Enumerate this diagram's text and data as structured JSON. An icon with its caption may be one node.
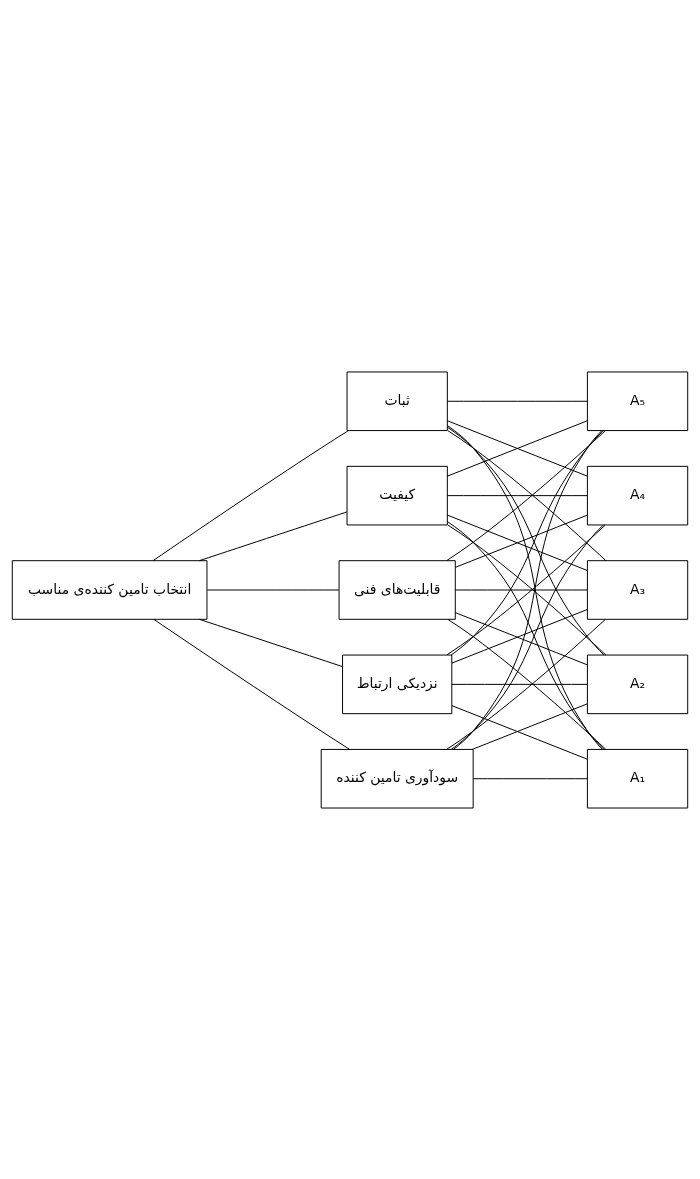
{
  "diagram": {
    "nodes": [
      {
        "text": [
          "انتخاب تامین کننده‌ی مناسب"
        ]
      },
      {
        "text": [
          "ثبات"
        ]
      },
      {
        "text": [
          "کیفیت"
        ]
      },
      {
        "text": [
          "قابلیت‌های فنی"
        ]
      },
      {
        "text": [
          "نزدیکی ارتباط"
        ]
      },
      {
        "text": [
          "سودآوری تامین کننده"
        ]
      },
      {
        "text": [
          "A₅"
        ]
      },
      {
        "text": [
          "A₄"
        ]
      },
      {
        "text": [
          "A₃"
        ]
      },
      {
        "text": [
          "A₂"
        ]
      },
      {
        "text": [
          "A₁"
        ]
      }
    ],
    "edges": [
      {
        "from": 0,
        "to": 1,
        "arrow": "none"
      },
      {
        "from": 0,
        "to": 2,
        "arrow": "none"
      },
      {
        "from": 0,
        "to": 3,
        "arrow": "none"
      },
      {
        "from": 0,
        "to": 4,
        "arrow": "none"
      },
      {
        "from": 0,
        "to": 5,
        "arrow": "none"
      },
      {
        "from": 1,
        "to": 6,
        "arrow": "none"
      },
      {
        "from": 1,
        "to": 7,
        "arrow": "none"
      },
      {
        "from": 1,
        "to": 8,
        "arrow": "none"
      },
      {
        "from": 1,
        "to": 9,
        "arrow": "none"
      },
      {
        "from": 1,
        "to": 10,
        "arrow": "none"
      },
      {
        "from": 2,
        "to": 6,
        "arrow": "none"
      },
      {
        "from": 2,
        "to": 7,
        "arrow": "none"
      },
      {
        "from": 2,
        "to": 8,
        "arrow": "none"
      },
      {
        "from": 2,
        "to": 9,
        "arrow": "none"
      },
      {
        "from": 2,
        "to": 10,
        "arrow": "none"
      },
      {
        "from": 3,
        "to": 6,
        "arrow": "none"
      },
      {
        "from": 3,
        "to": 7,
        "arrow": "none"
      },
      {
        "from": 3,
        "to": 8,
        "arrow": "none"
      },
      {
        "from": 3,
        "to": 9,
        "arrow": "none"
      },
      {
        "from": 3,
        "to": 10,
        "arrow": "none"
      },
      {
        "from": 4,
        "to": 6,
        "arrow": "none"
      },
      {
        "from": 4,
        "to": 7,
        "arrow": "none"
      },
      {
        "from": 4,
        "to": 8,
        "arrow": "none"
      },
      {
        "from": 4,
        "to": 9,
        "arrow": "none"
      },
      {
        "from": 4,
        "to": 10,
        "arrow": "none"
      },
      {
        "from": 5,
        "to": 6,
        "arrow": "none"
      },
      {
        "from": 5,
        "to": 7,
        "arrow": "none"
      },
      {
        "from": 5,
        "to": 8,
        "arrow": "none"
      },
      {
        "from": 5,
        "to": 9,
        "arrow": "none"
      },
      {
        "from": 5,
        "to": 10,
        "arrow": "none"
      }
    ]
  }
}
